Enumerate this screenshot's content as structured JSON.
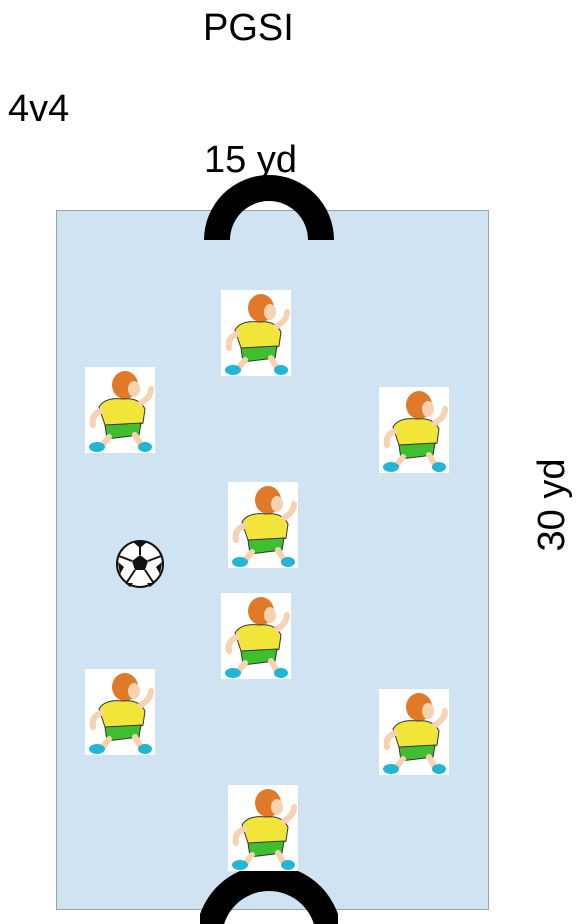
{
  "title": "PGSI",
  "format": "4v4",
  "dimensions": {
    "width": "15 yd",
    "length": "30 yd"
  },
  "colors": {
    "field": "#cfe3f2",
    "field_border": "#a0a0a0",
    "goal": "#000000",
    "shirt": "#f2e53a",
    "shorts": "#3fbf2f",
    "hair": "#e07a2a",
    "skin": "#f6d2b0",
    "shoes": "#22b5d6"
  },
  "icons": {
    "player": "player-icon",
    "ball": "soccer-ball-icon",
    "goal": "goal-arc-icon"
  },
  "player_count": 8
}
